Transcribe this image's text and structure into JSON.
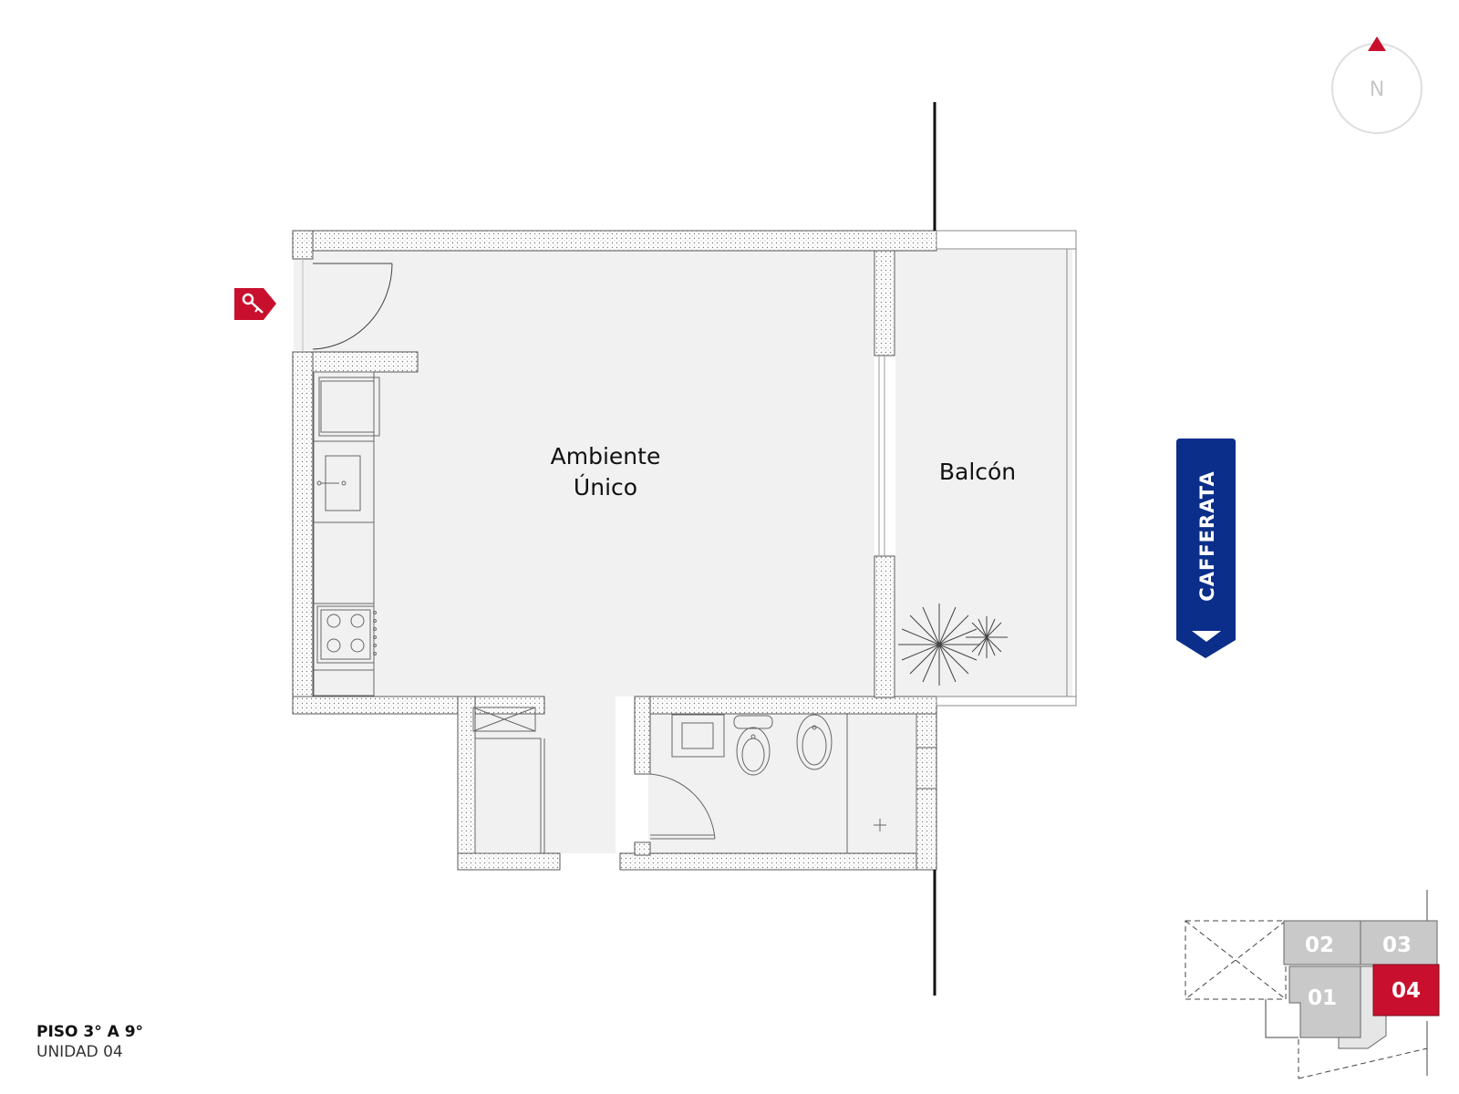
{
  "rooms": {
    "main_line1": "Ambiente",
    "main_line2": "Único",
    "balcony": "Balcón"
  },
  "north": {
    "letter": "N"
  },
  "street": {
    "name": "CAFFERATA"
  },
  "footer": {
    "floor": "PISO 3° A 9°",
    "unit": "UNIDAD 04"
  },
  "key_plan": {
    "units": [
      {
        "label": "01",
        "highlighted": false
      },
      {
        "label": "02",
        "highlighted": false
      },
      {
        "label": "03",
        "highlighted": false
      },
      {
        "label": "04",
        "highlighted": true
      }
    ]
  },
  "colors": {
    "accent_red": "#c8102e",
    "street_blue": "#0a2e8a",
    "floor_fill": "#f1f1f1",
    "key_gray": "#c9c9c9"
  },
  "icons": {
    "entrance": "key-icon",
    "orientation": "north-compass-icon",
    "street_arrow": "arrow-down-icon",
    "plant": "plant-icon"
  }
}
